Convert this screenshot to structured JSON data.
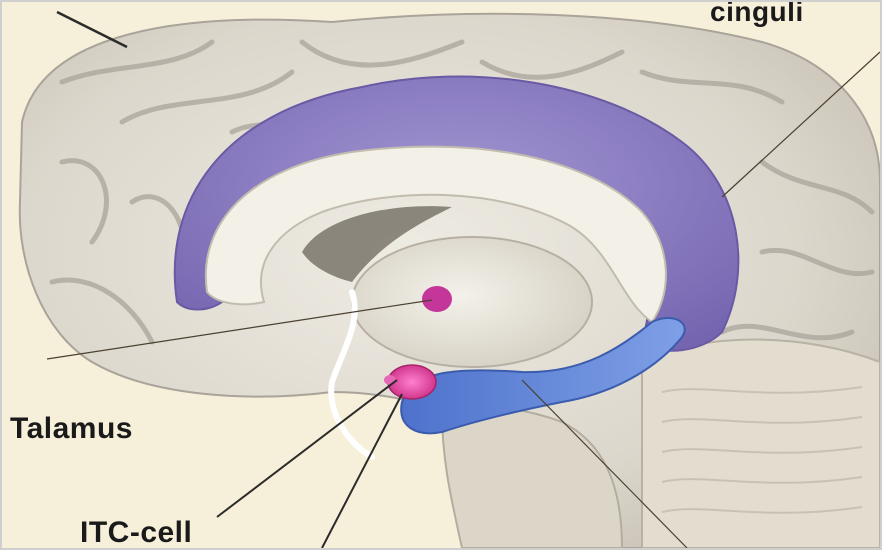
{
  "labels": {
    "cinguli": "cinguli",
    "talamus": "Talamus",
    "itc_cell": "ITC-cell"
  },
  "colors": {
    "background": "#f6efd9",
    "brain_tissue": "#d9d4c8",
    "gyri_outline": "#a9a39a",
    "cingulate_gyrus": "#8e7ec0",
    "hippocampus": "#5f82d6",
    "thalamus": "#e6e2d6",
    "amygdala": "#d63c9a",
    "leader_line": "#2b2b2b",
    "label_text": "#1a1a1a"
  }
}
